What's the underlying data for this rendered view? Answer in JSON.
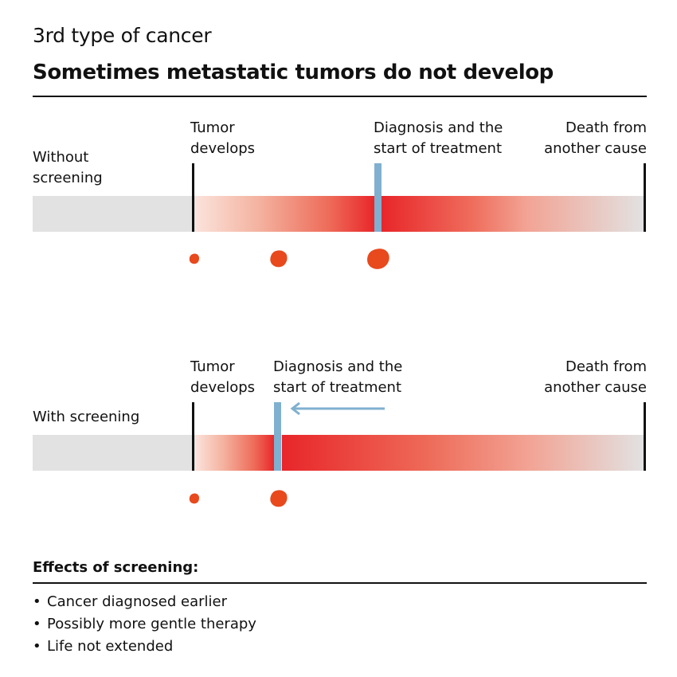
{
  "header": {
    "subtitle": "3rd type of cancer",
    "title": "Sometimes metastatic tumors do not develop"
  },
  "colors": {
    "track": "#e2e2e2",
    "tumor_red": "#e8262a",
    "diagnosis_marker": "#7fb0cf",
    "tumor_blob": "#e8491d",
    "line": "#111111"
  },
  "scenario_without": {
    "label": "Without\nscreening",
    "tumor_develops": "Tumor\ndevelops",
    "diagnosis": "Diagnosis and the\nstart of treatment",
    "death": "Death from\nanother cause"
  },
  "scenario_with": {
    "label": "With screening",
    "tumor_develops": "Tumor\ndevelops",
    "diagnosis": "Diagnosis and the\nstart of treatment",
    "death": "Death from\nanother cause"
  },
  "effects": {
    "heading": "Effects of screening:",
    "items": [
      "Cancer diagnosed earlier",
      "Possibly more gentle therapy",
      "Life not extended"
    ],
    "bullet": "•"
  }
}
